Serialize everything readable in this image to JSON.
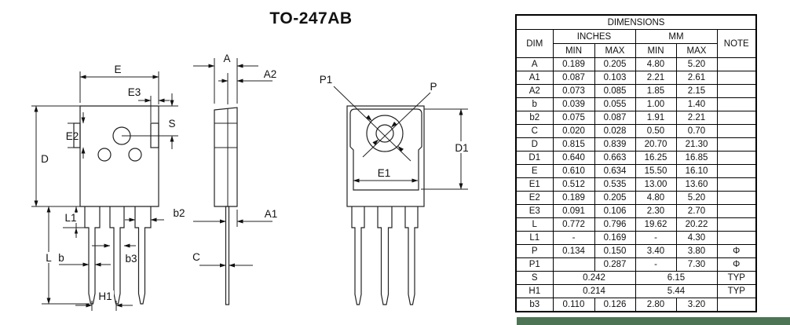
{
  "title": "TO-247AB",
  "drawing": {
    "labels": {
      "E": "E",
      "E3": "E3",
      "S": "S",
      "E2": "E2",
      "D": "D",
      "L1": "L1",
      "L": "L",
      "b": "b",
      "b3": "b3",
      "H1": "H1",
      "b2": "b2",
      "A": "A",
      "A2": "A2",
      "A1": "A1",
      "C": "C",
      "P1": "P1",
      "P": "P",
      "D1": "D1",
      "E1": "E1"
    }
  },
  "table": {
    "title": "DIMENSIONS",
    "col_dim": "DIM",
    "col_inches": "INCHES",
    "col_mm": "MM",
    "col_note": "NOTE",
    "col_min": "MIN",
    "col_max": "MAX",
    "rows": [
      {
        "dim": "A",
        "in_min": "0.189",
        "in_max": "0.205",
        "mm_min": "4.80",
        "mm_max": "5.20",
        "note": ""
      },
      {
        "dim": "A1",
        "in_min": "0.087",
        "in_max": "0.103",
        "mm_min": "2.21",
        "mm_max": "2.61",
        "note": ""
      },
      {
        "dim": "A2",
        "in_min": "0.073",
        "in_max": "0.085",
        "mm_min": "1.85",
        "mm_max": "2.15",
        "note": ""
      },
      {
        "dim": "b",
        "in_min": "0.039",
        "in_max": "0.055",
        "mm_min": "1.00",
        "mm_max": "1.40",
        "note": ""
      },
      {
        "dim": "b2",
        "in_min": "0.075",
        "in_max": "0.087",
        "mm_min": "1.91",
        "mm_max": "2.21",
        "note": ""
      },
      {
        "dim": "C",
        "in_min": "0.020",
        "in_max": "0.028",
        "mm_min": "0.50",
        "mm_max": "0.70",
        "note": ""
      },
      {
        "dim": "D",
        "in_min": "0.815",
        "in_max": "0.839",
        "mm_min": "20.70",
        "mm_max": "21.30",
        "note": ""
      },
      {
        "dim": "D1",
        "in_min": "0.640",
        "in_max": "0.663",
        "mm_min": "16.25",
        "mm_max": "16.85",
        "note": ""
      },
      {
        "dim": "E",
        "in_min": "0.610",
        "in_max": "0.634",
        "mm_min": "15.50",
        "mm_max": "16.10",
        "note": ""
      },
      {
        "dim": "E1",
        "in_min": "0.512",
        "in_max": "0.535",
        "mm_min": "13.00",
        "mm_max": "13.60",
        "note": ""
      },
      {
        "dim": "E2",
        "in_min": "0.189",
        "in_max": "0.205",
        "mm_min": "4.80",
        "mm_max": "5.20",
        "note": ""
      },
      {
        "dim": "E3",
        "in_min": "0.091",
        "in_max": "0.106",
        "mm_min": "2.30",
        "mm_max": "2.70",
        "note": ""
      },
      {
        "dim": "L",
        "in_min": "0.772",
        "in_max": "0.796",
        "mm_min": "19.62",
        "mm_max": "20.22",
        "note": ""
      },
      {
        "dim": "L1",
        "in_min": "-",
        "in_max": "0.169",
        "mm_min": "-",
        "mm_max": "4.30",
        "note": ""
      },
      {
        "dim": "P",
        "in_min": "0.134",
        "in_max": "0.150",
        "mm_min": "3.40",
        "mm_max": "3.80",
        "note": "Φ"
      },
      {
        "dim": "P1",
        "in_min": "",
        "in_max": "0.287",
        "mm_min": "-",
        "mm_max": "7.30",
        "note": "Φ"
      },
      {
        "dim": "S",
        "inches": "0.242",
        "mm": "6.15",
        "note": "TYP"
      },
      {
        "dim": "H1",
        "inches": "0.214",
        "mm": "5.44",
        "note": "TYP"
      },
      {
        "dim": "b3",
        "in_min": "0.110",
        "in_max": "0.126",
        "mm_min": "2.80",
        "mm_max": "3.20",
        "note": ""
      }
    ]
  },
  "accent": {
    "bar_color": "#4d7455"
  }
}
